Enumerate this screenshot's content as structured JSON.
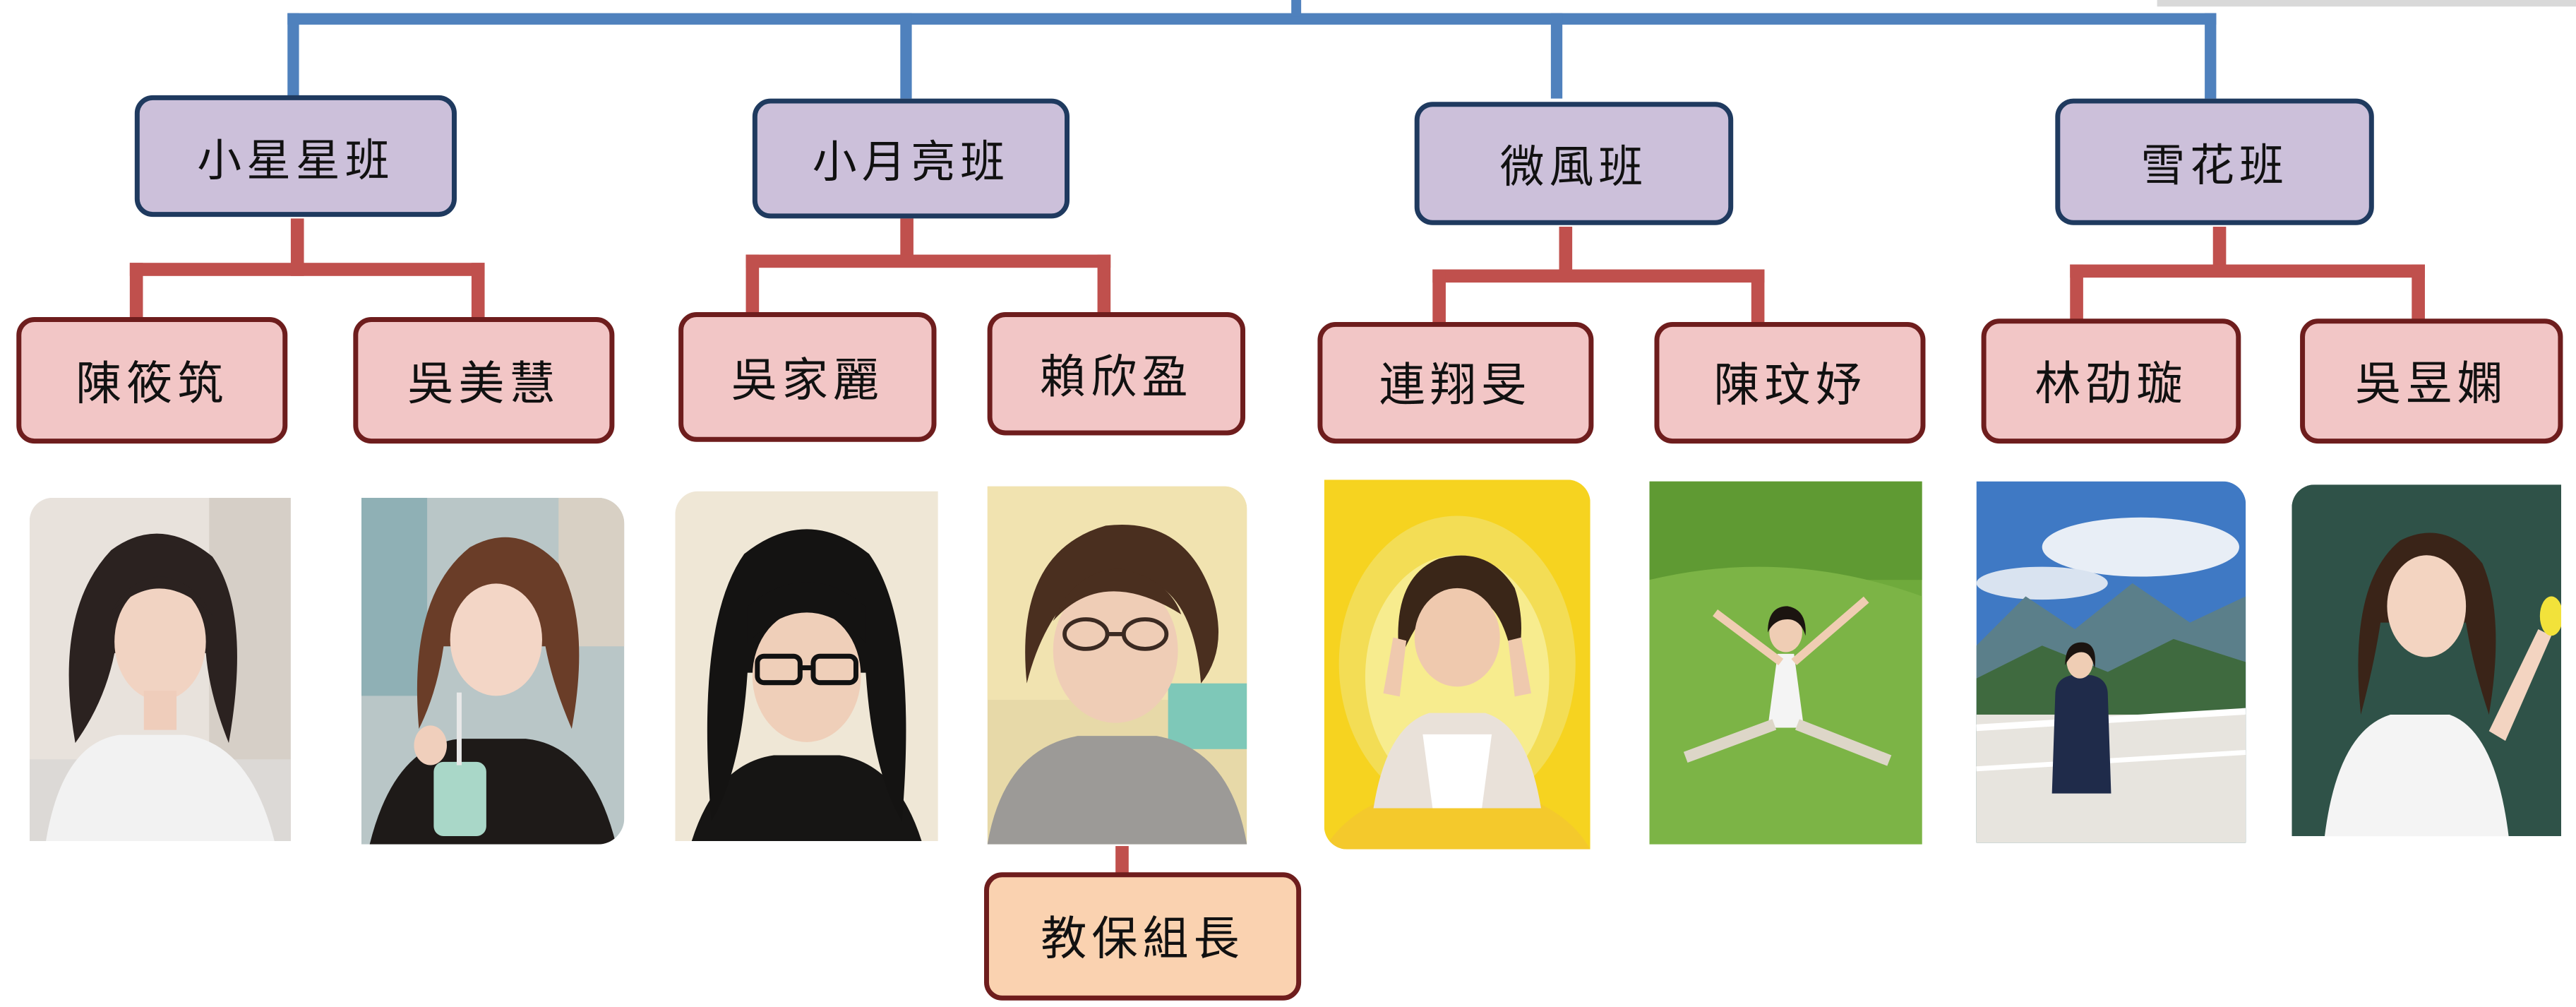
{
  "classes": [
    {
      "name": "小星星班",
      "teachers": [
        "陳筱筑",
        "吳美慧"
      ]
    },
    {
      "name": "小月亮班",
      "teachers": [
        "吳家麗",
        "賴欣盈"
      ]
    },
    {
      "name": "微風班",
      "teachers": [
        "連翔旻",
        "陳玟妤"
      ]
    },
    {
      "name": "雪花班",
      "teachers": [
        "林劭璇",
        "吳昱嫻"
      ]
    }
  ],
  "role": {
    "label": "教保組長"
  },
  "colors": {
    "class_fill": "#ccc0da",
    "class_border": "#1f3a5f",
    "teacher_fill": "#f2c6c6",
    "teacher_border": "#6e1d1d",
    "role_fill": "#fad2b0",
    "blue_connector": "#4f81bd",
    "red_connector": "#c0504d"
  }
}
